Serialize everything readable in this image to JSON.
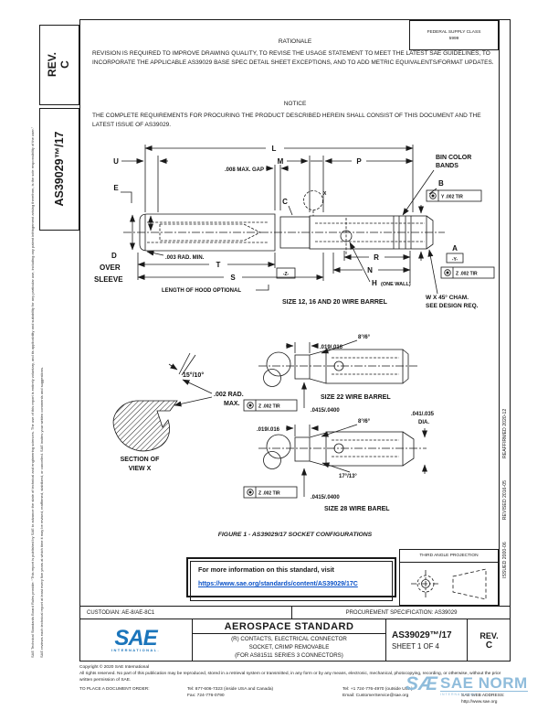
{
  "left_margin": {
    "disclaimer1": "SAE Technical Standards Board Rules provide: “This report is published by SAE to advance the state of technical and engineering sciences. The use of this report is entirely voluntary, and its applicability and suitability for any particular use, including any patent infringement arising therefrom, is the sole responsibility of the user.”",
    "disclaimer2": "SAE reviews each technical report at least every five years at which time it may be revised, reaffirmed, stabilized, or cancelled. SAE invites your written comments and suggestions.",
    "rev_line1": "REV.",
    "rev_line2": "C",
    "doc_number": "AS39029™/17"
  },
  "right_margin": {
    "issued": "ISSUED 2000-06",
    "revised": "REVISED 2016-05",
    "reaffirmed": "REAFFIRMED 2020-12"
  },
  "top": {
    "fsc_line1": "FEDERAL SUPPLY CLASS",
    "fsc_line2": "5999"
  },
  "rationale": {
    "title": "RATIONALE",
    "body": "REVISION IS REQUIRED TO IMPROVE DRAWING QUALITY, TO REVISE THE USAGE STATEMENT TO MEET THE LATEST SAE GUIDELINES, TO INCORPORATE THE APPLICABLE AS39029 BASE SPEC DETAIL SHEET EXCEPTIONS, AND TO ADD METRIC EQUIVALENTS/FORMAT UPDATES."
  },
  "notice": {
    "title": "NOTICE",
    "body": "THE COMPLETE REQUIREMENTS FOR PROCURING THE PRODUCT DESCRIBED HEREIN SHALL CONSIST OF THIS DOCUMENT AND THE LATEST ISSUE OF AS39029."
  },
  "figure": {
    "caption": "FIGURE 1 - AS39029/17 SOCKET CONFIGURATIONS",
    "labels": {
      "l": "L",
      "u": "U",
      "m": "M",
      "p": "P",
      "gap": ".008 MAX. GAP",
      "c": "C",
      "e": "E",
      "bin1": "BIN COLOR",
      "bin2": "BANDS",
      "b": "B",
      "tir_y": "Y .002 TIR",
      "d": "D",
      "over": "OVER",
      "sleeve": "SLEEVE",
      "rad_min": ".003 RAD. MIN.",
      "t": "T",
      "s": "S",
      "hood": "LENGTH OF HOOD OPTIONAL",
      "datum_z": "-Z-",
      "r": "R",
      "n": "N",
      "h": "H",
      "one_wall": "(ONE WALL)",
      "a": "A",
      "datum_y": "-Y-",
      "tir_z": "Z .002 TIR",
      "size12": "SIZE 12, 16 AND 20 WIRE BARREL",
      "cham1": "W X 45° CHAM.",
      "cham2": "SEE DESIGN REQ.",
      "angle15": "15°/10°",
      "radmax1": ".002 RAD.",
      "radmax2": "MAX.",
      "section1": "SECTION OF",
      "section2": "VIEW X",
      "d019": ".019/.016",
      "angle8": "8°/6°",
      "size22": "SIZE 22 WIRE BARREL",
      "d0415": ".0415/.0400",
      "dia1": ".041/.035",
      "dia2": "DIA.",
      "angle17": "17°/13°",
      "size28": "SIZE 28 WIRE BAREL",
      "x": "X"
    }
  },
  "info_box": {
    "line1": "For more information on this standard, visit",
    "link": "https://www.sae.org/standards/content/AS39029/17C"
  },
  "projection": {
    "title": "THIRD ANGLE PROJECTION"
  },
  "title_block": {
    "custodian": "CUSTODIAN: AE-8/AE-8C1",
    "procurement": "PROCUREMENT SPECIFICATION: AS39029",
    "logo_text": "SAE",
    "logo_sub": "INTERNATIONAL.",
    "heading": "AEROSPACE STANDARD",
    "subject1": "(R) CONTACTS, ELECTRICAL CONNECTOR",
    "subject2": "SOCKET, CRIMP REMOVABLE",
    "subject3": "(FOR AS81511 SERIES 3 CONNECTORS)",
    "doc_number": "AS39029™/17",
    "sheet": "SHEET 1 OF 4",
    "rev_label": "REV.",
    "rev_value": "C"
  },
  "legal": {
    "copyright": "Copyright © 2020 SAE International",
    "rights": "All rights reserved. No part of this publication may be reproduced, stored in a retrieval system or transmitted, in any form or by any means, electronic, mechanical, photocopying, recording, or otherwise, without the prior written permission of SAE.",
    "order_label": "TO PLACE A DOCUMENT ORDER:",
    "tel_inside": "Tel: 877-606-7323 (inside USA and Canada)",
    "tel_outside": "Tel: +1 724-776-4970 (outside USA)",
    "fax": "Fax: 724-776-0790",
    "email": "Email: CustomerService@sae.org",
    "web": "SAE WEB ADDRESS: http://www.sae.org"
  },
  "watermark": {
    "logo": "SÆ",
    "text": "SAE NORM",
    "sub": "INTERNATIONAL."
  }
}
